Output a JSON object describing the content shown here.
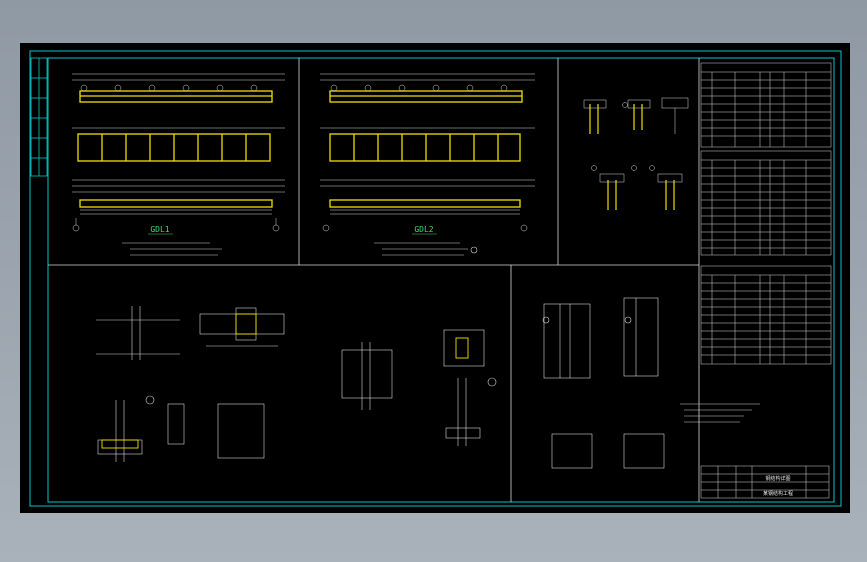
{
  "colors": {
    "background": "#000000",
    "frame": "#00c8c8",
    "beam": "#f0e000",
    "label": "#30e060",
    "line": "#d8d8d8"
  },
  "drawing": {
    "beam_labels": [
      "GDL1",
      "GDL2"
    ],
    "title_block": {
      "drawing_title": "钢结构详图",
      "project": "某钢结构工程"
    }
  }
}
